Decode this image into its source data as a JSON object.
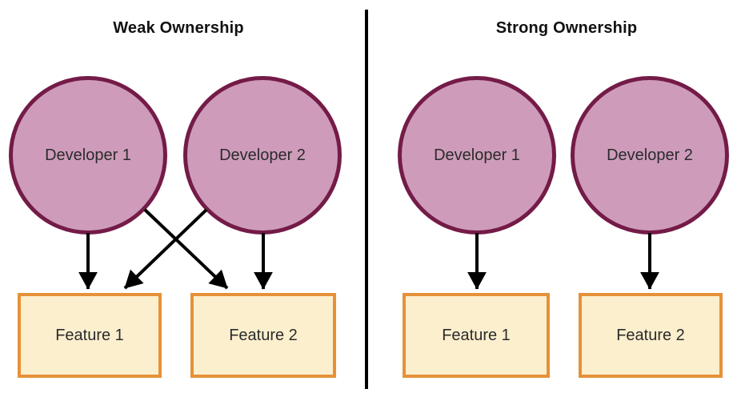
{
  "panels": [
    {
      "id": "weak",
      "title": "Weak Ownership",
      "developers": [
        "Developer 1",
        "Developer 2"
      ],
      "features": [
        "Feature 1",
        "Feature 2"
      ],
      "connections": [
        "Developer 1 -> Feature 1",
        "Developer 1 -> Feature 2",
        "Developer 2 -> Feature 1",
        "Developer 2 -> Feature 2"
      ]
    },
    {
      "id": "strong",
      "title": "Strong Ownership",
      "developers": [
        "Developer 1",
        "Developer 2"
      ],
      "features": [
        "Feature 1",
        "Feature 2"
      ],
      "connections": [
        "Developer 1 -> Feature 1",
        "Developer 2 -> Feature 2"
      ]
    }
  ],
  "colors": {
    "developer_fill": "#CE9CBA",
    "developer_border": "#741B47",
    "feature_fill": "#FCEFCE",
    "feature_border": "#E69138",
    "arrow": "#000000",
    "divider": "#000000",
    "text": "#2b2b2b"
  }
}
